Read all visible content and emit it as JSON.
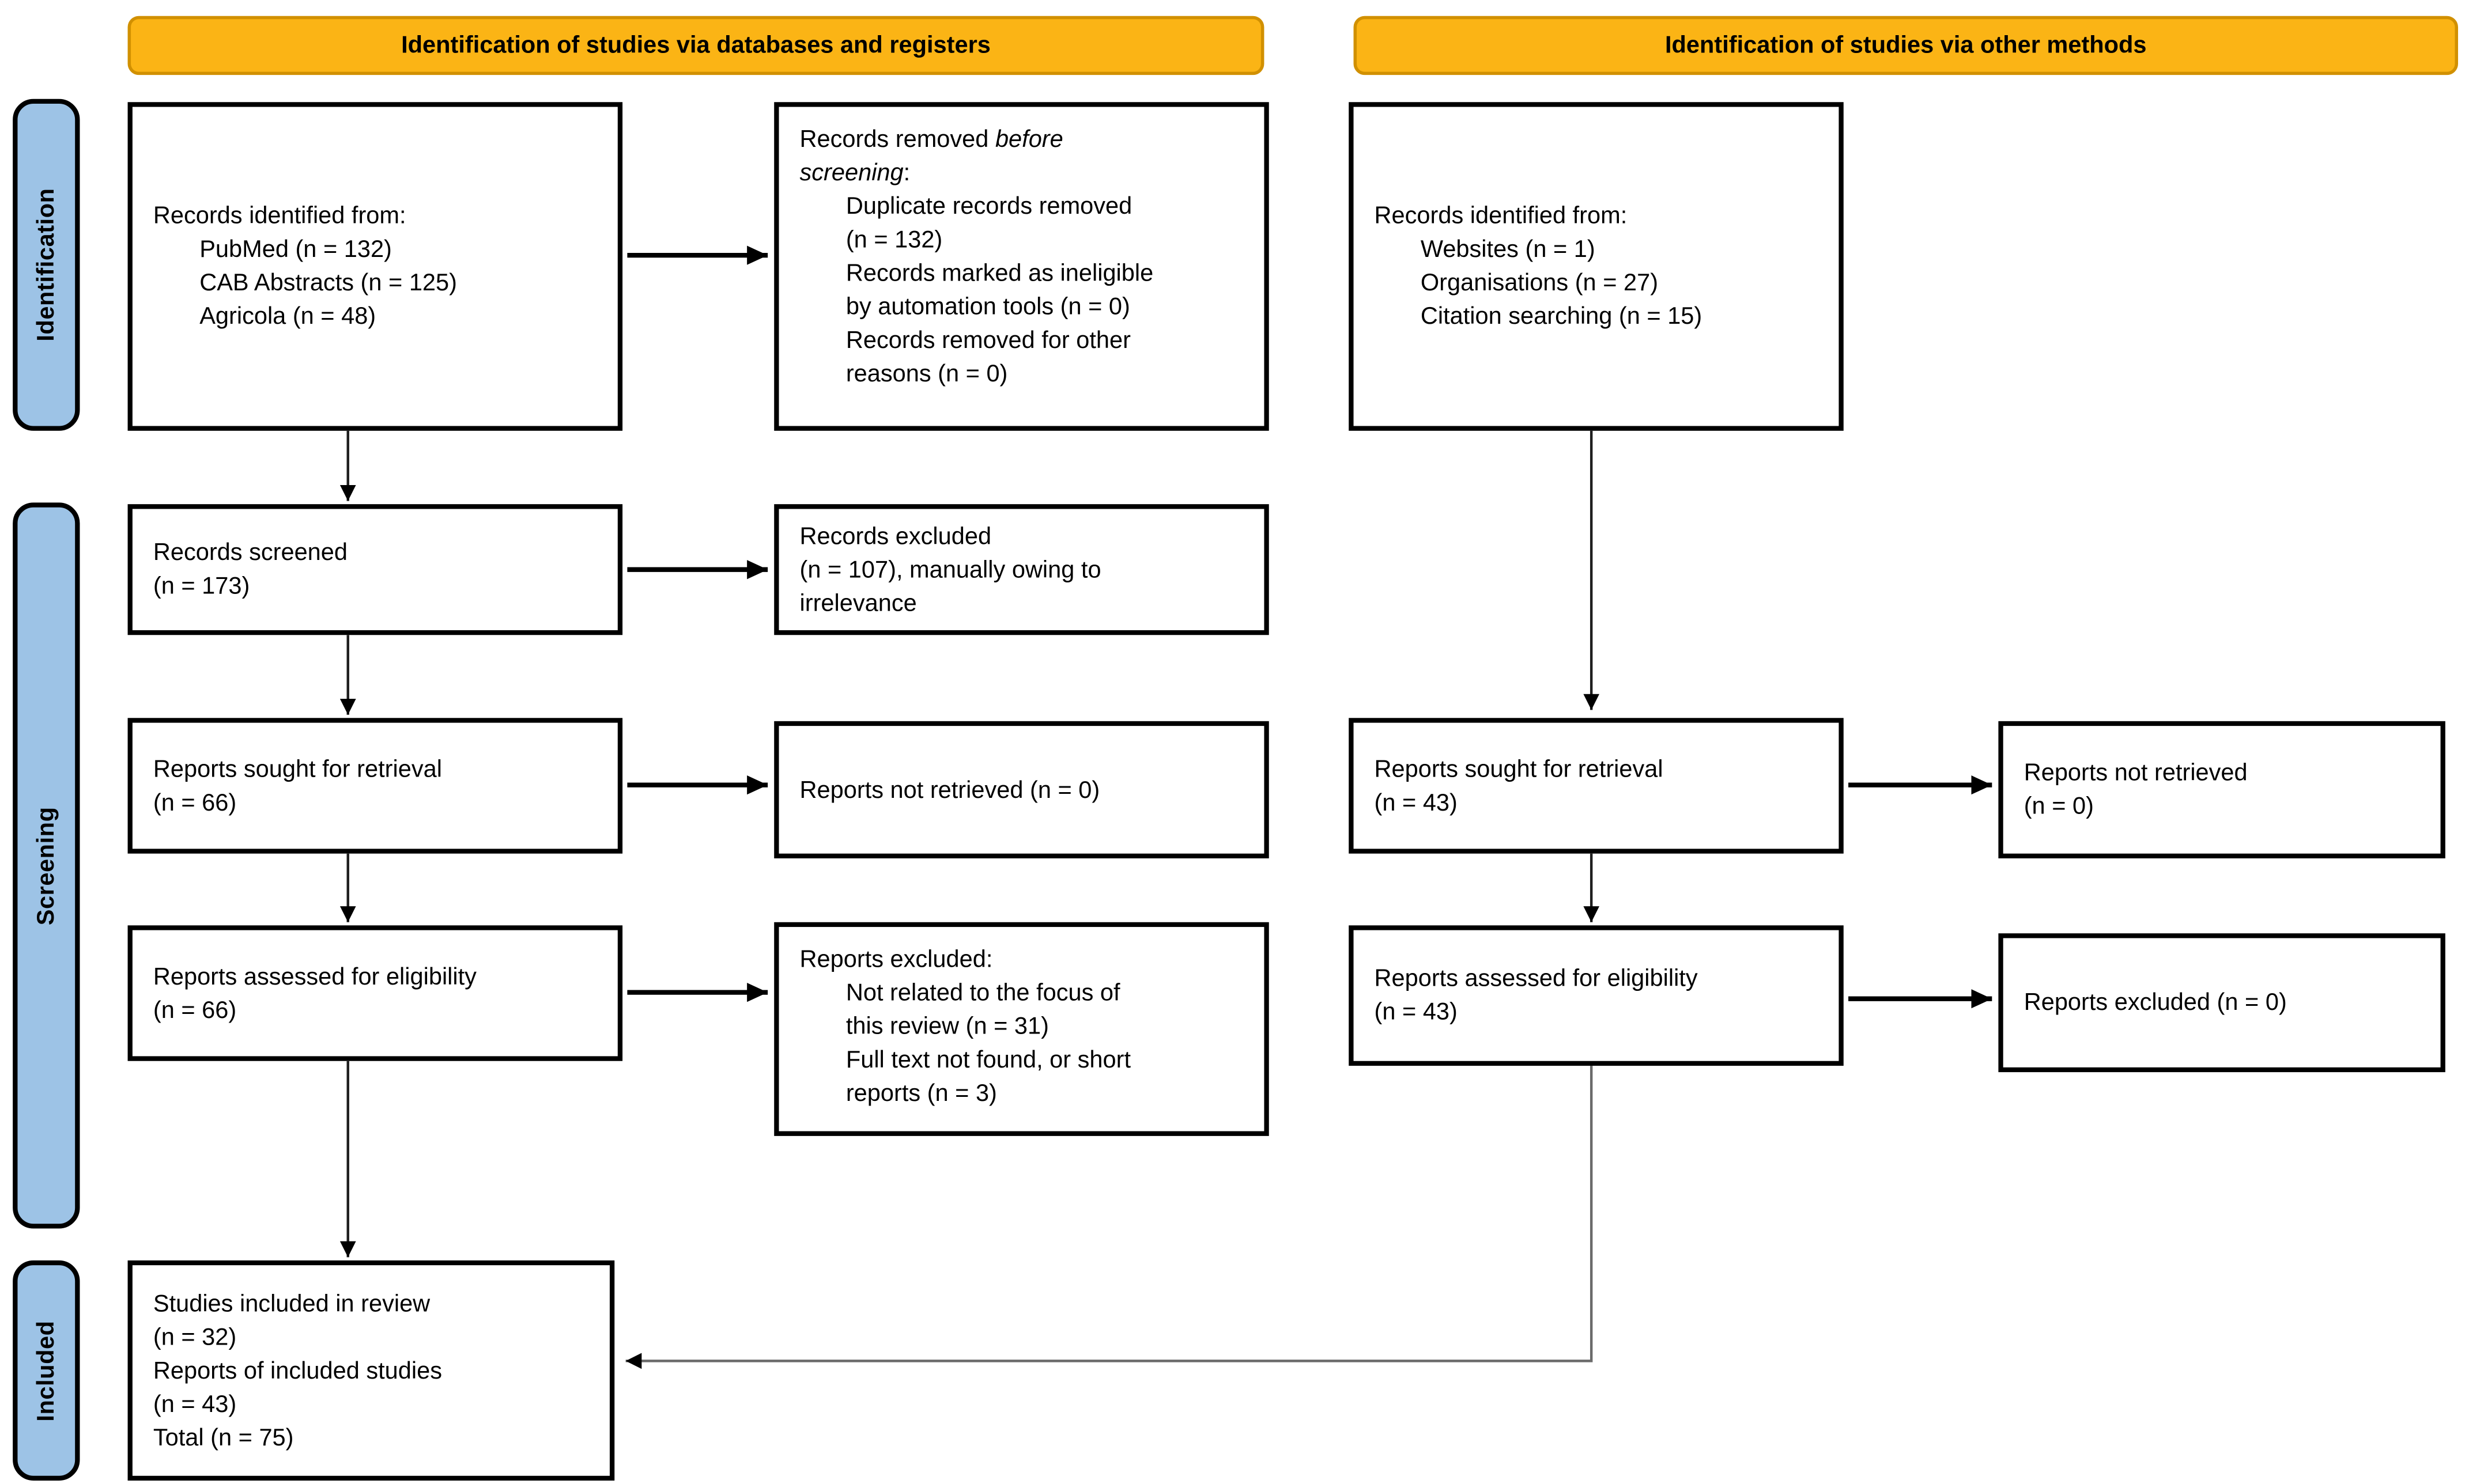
{
  "banners": {
    "left": "Identification of studies via databases and registers",
    "right": "Identification of studies via other methods"
  },
  "stages": {
    "identification": "Identification",
    "screening": "Screening",
    "included": "Included"
  },
  "colors": {
    "banner_fill": "#FBB415",
    "banner_border": "#D19000",
    "stage_fill": "#9DC3E6",
    "box_border": "#000000"
  },
  "boxes": {
    "db_identified": {
      "lines": [
        {
          "text": "Records identified from:"
        },
        {
          "text": "PubMed (n = 132)",
          "indent": true
        },
        {
          "text": "CAB Abstracts (n = 125)",
          "indent": true
        },
        {
          "text": "Agricola (n = 48)",
          "indent": true
        }
      ]
    },
    "records_removed": {
      "lines": [
        {
          "segments": [
            {
              "text": "Records removed "
            },
            {
              "text": "before",
              "italic": true
            }
          ]
        },
        {
          "segments": [
            {
              "text": "screening",
              "italic": true
            },
            {
              "text": ":"
            }
          ]
        },
        {
          "text": "Duplicate records removed",
          "indent": true
        },
        {
          "text": "(n = 132)",
          "indent": true
        },
        {
          "text": "Records marked as ineligible",
          "indent": true
        },
        {
          "text": "by automation tools (n = 0)",
          "indent": true
        },
        {
          "text": "Records removed for other",
          "indent": true
        },
        {
          "text": "reasons (n = 0)",
          "indent": true
        }
      ]
    },
    "other_identified": {
      "lines": [
        {
          "text": "Records identified from:"
        },
        {
          "text": "Websites (n = 1)",
          "indent": true
        },
        {
          "text": "Organisations (n = 27)",
          "indent": true
        },
        {
          "text": "Citation searching (n = 15)",
          "indent": true
        }
      ]
    },
    "records_screened": {
      "lines": [
        {
          "text": "Records screened"
        },
        {
          "text": "(n = 173)"
        }
      ]
    },
    "records_excluded": {
      "lines": [
        {
          "text": "Records excluded"
        },
        {
          "text": "(n = 107), manually owing to"
        },
        {
          "text": "irrelevance"
        }
      ]
    },
    "reports_sought_db": {
      "lines": [
        {
          "text": "Reports sought for retrieval"
        },
        {
          "text": "(n = 66)"
        }
      ]
    },
    "reports_not_retrieved_db": {
      "lines": [
        {
          "text": "Reports not retrieved (n = 0)"
        }
      ]
    },
    "reports_assessed_db": {
      "lines": [
        {
          "text": "Reports assessed for eligibility"
        },
        {
          "text": "(n = 66)"
        }
      ]
    },
    "reports_excluded_db": {
      "lines": [
        {
          "text": "Reports excluded:"
        },
        {
          "text": "Not related to the focus of",
          "indent": true
        },
        {
          "text": "this review (n = 31)",
          "indent": true
        },
        {
          "text": "Full text not found, or short",
          "indent": true
        },
        {
          "text": "reports (n = 3)",
          "indent": true
        }
      ]
    },
    "reports_sought_other": {
      "lines": [
        {
          "text": "Reports sought for retrieval"
        },
        {
          "text": "(n = 43)"
        }
      ]
    },
    "reports_not_retrieved_other": {
      "lines": [
        {
          "text": "Reports not retrieved"
        },
        {
          "text": "(n = 0)"
        }
      ]
    },
    "reports_assessed_other": {
      "lines": [
        {
          "text": "Reports assessed for eligibility"
        },
        {
          "text": "(n = 43)"
        }
      ]
    },
    "reports_excluded_other": {
      "lines": [
        {
          "text": "Reports excluded (n = 0)"
        }
      ]
    },
    "studies_included": {
      "lines": [
        {
          "text": "Studies included in review"
        },
        {
          "text": "(n = 32)"
        },
        {
          "text": "Reports of included studies"
        },
        {
          "text": "(n = 43)"
        },
        {
          "text": "Total (n = 75)"
        }
      ]
    }
  }
}
